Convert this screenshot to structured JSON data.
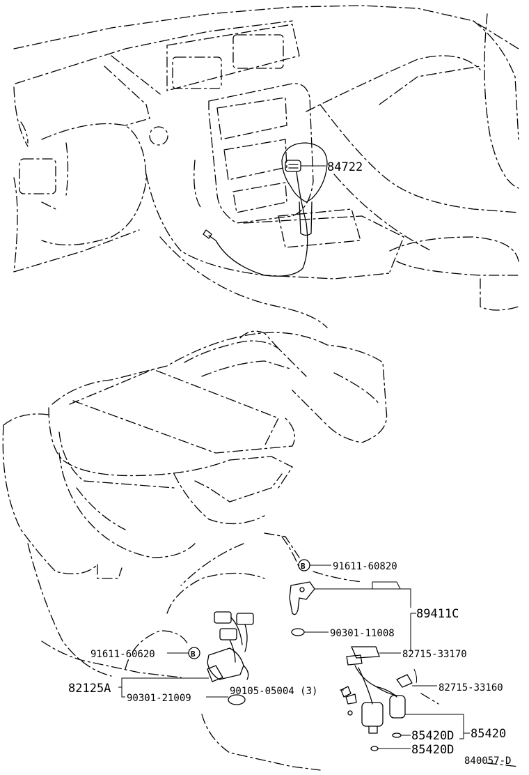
{
  "diagram": {
    "figure_code": "840057-D",
    "part_labels": {
      "p84722": "84722",
      "p91611_60820": "91611-60820",
      "p89411C": "89411C",
      "p90301_11008": "90301-11008",
      "p82715_33170": "82715-33170",
      "p82715_33160": "82715-33160",
      "p91611_60620": "91611-60620",
      "p82125A": "82125A",
      "p90105_05004": "90105-05004 (3)",
      "p90301_21009": "90301-21009",
      "p85420D_a": "85420D",
      "p85420D_b": "85420D",
      "p85420": "85420"
    },
    "markers": {
      "b_upper": "B",
      "b_lower": "B"
    }
  }
}
